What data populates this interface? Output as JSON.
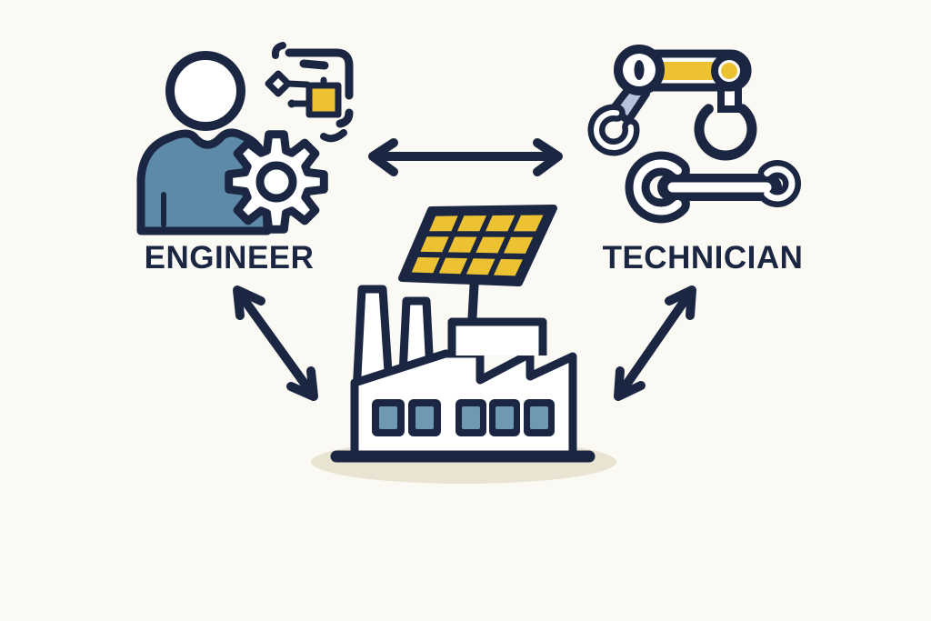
{
  "diagram": {
    "title_visible": false,
    "background": "#fbf9f3",
    "colors": {
      "outline_navy": "#1b2742",
      "accent_yellow": "#ecc233",
      "steel_blue": "#5e8aa9",
      "periwinkle": "#b7c3da",
      "shadow_beige": "#e9e3d2",
      "icon_fill": "#ffffff"
    },
    "nodes": [
      {
        "id": "engineer",
        "label": "ENGINEER",
        "icon": "person-with-gear-and-circuit-icon",
        "position": "top-left"
      },
      {
        "id": "technician",
        "label": "TECHNICIAN",
        "icon": "robot-arm-with-wrench-icon",
        "position": "top-right"
      },
      {
        "id": "factory",
        "label": "",
        "icon": "solar-panel-factory-icon",
        "position": "bottom-center"
      }
    ],
    "connections": [
      {
        "from": "engineer",
        "to": "technician",
        "style": "double-headed-arrow",
        "orientation": "horizontal"
      },
      {
        "from": "engineer",
        "to": "factory",
        "style": "double-headed-arrow",
        "orientation": "diagonal"
      },
      {
        "from": "technician",
        "to": "factory",
        "style": "double-headed-arrow",
        "orientation": "diagonal"
      }
    ]
  }
}
